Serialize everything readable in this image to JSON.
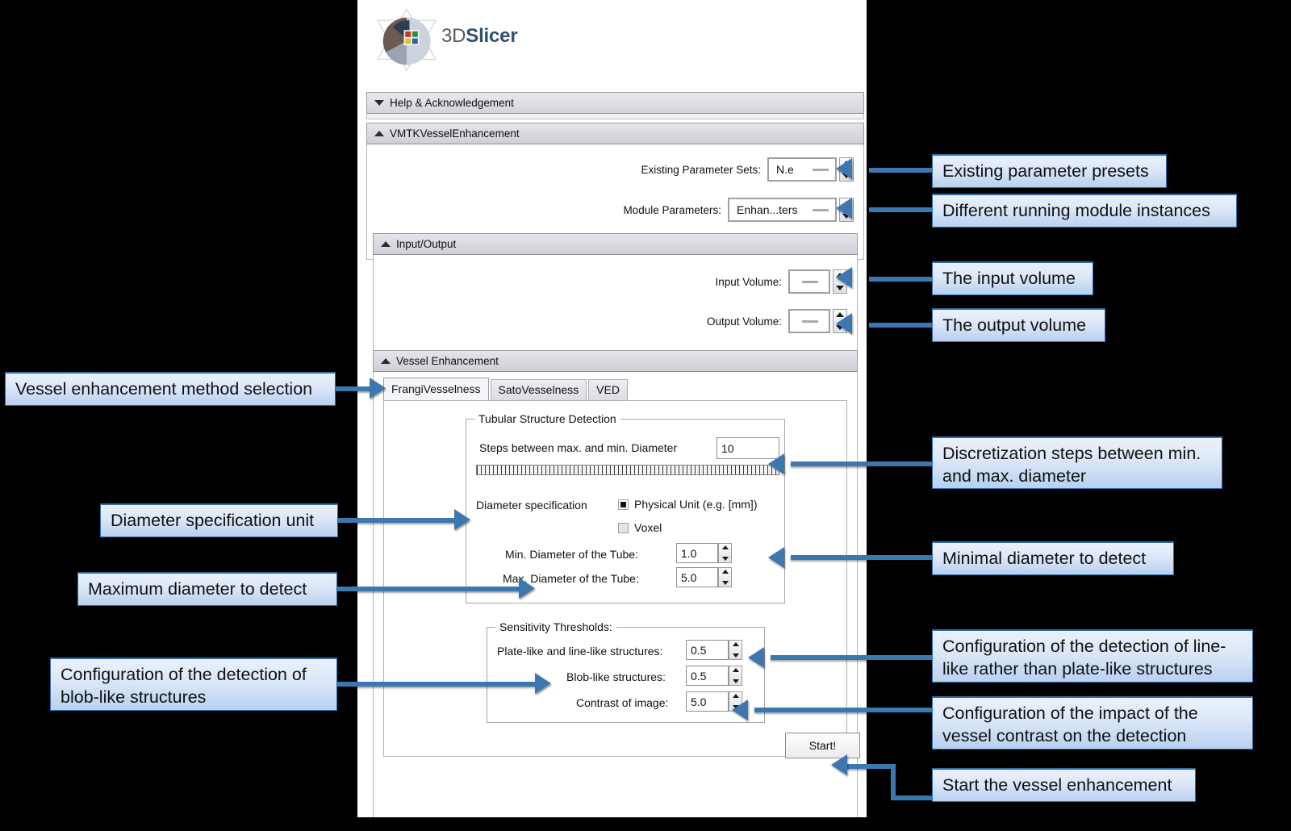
{
  "app": {
    "logo_text_plain": "3D",
    "logo_text_bold": "Slicer",
    "logo_icon": "slicer-3d-logo-icon"
  },
  "sections": {
    "help": {
      "title": "Help & Acknowledgement",
      "state": "collapsed"
    },
    "module": {
      "title": "VMTKVesselEnhancement",
      "state": "expanded"
    },
    "io": {
      "title": "Input/Output",
      "state": "expanded"
    },
    "vessel": {
      "title": "Vessel Enhancement",
      "state": "expanded"
    }
  },
  "module_params": {
    "existing_sets_label": "Existing Parameter Sets:",
    "existing_sets_value": "N.e",
    "module_params_label": "Module Parameters:",
    "module_params_value": "Enhan...ters"
  },
  "io": {
    "input_label": "Input Volume:",
    "input_value": "",
    "output_label": "Output Volume:",
    "output_value": ""
  },
  "tabs": [
    {
      "label": "FrangiVesselness",
      "active": true
    },
    {
      "label": "SatoVesselness",
      "active": false
    },
    {
      "label": "VED",
      "active": false
    }
  ],
  "tubular": {
    "group_title": "Tubular Structure Detection",
    "steps_label": "Steps between max. and min. Diameter",
    "steps_value": "10",
    "diameter_spec_label": "Diameter specification",
    "option_physical": "Physical Unit (e.g. [mm])",
    "option_physical_selected": true,
    "option_voxel": "Voxel",
    "option_voxel_selected": false,
    "min_label": "Min. Diameter of the Tube:",
    "min_value": "1.0",
    "max_label": "Max. Diameter of the Tube:",
    "max_value": "5.0"
  },
  "sensitivity": {
    "group_title": "Sensitivity Thresholds:",
    "plate_label": "Plate-like and line-like structures:",
    "plate_value": "0.5",
    "blob_label": "Blob-like structures:",
    "blob_value": "0.5",
    "contrast_label": "Contrast of image:",
    "contrast_value": "5.0"
  },
  "actions": {
    "start_label": "Start!"
  },
  "annotations": {
    "existing_presets": "Existing parameter presets",
    "module_instances": "Different running module instances",
    "input_volume": "The input volume",
    "output_volume": "The output volume",
    "method_selection": "Vessel enhancement method selection",
    "discretization": "Discretization steps between min. and max. diameter",
    "diameter_unit": "Diameter specification unit",
    "min_diameter": "Minimal diameter to detect",
    "max_diameter": "Maximum diameter to detect",
    "blob_config": "Configuration of the detection of blob-like structures",
    "line_config": "Configuration of the detection of line-like rather than plate-like structures",
    "contrast_config": "Configuration of the impact of the vessel contrast on the detection",
    "start_anno": "Start the vessel enhancement"
  },
  "colors": {
    "callout_border": "#2f6fa8",
    "callout_fill_top": "#eaf1fb",
    "callout_fill_bottom": "#b9d0ef",
    "arrow": "#3d77b0",
    "background": "#000000",
    "panel": "#ffffff"
  }
}
